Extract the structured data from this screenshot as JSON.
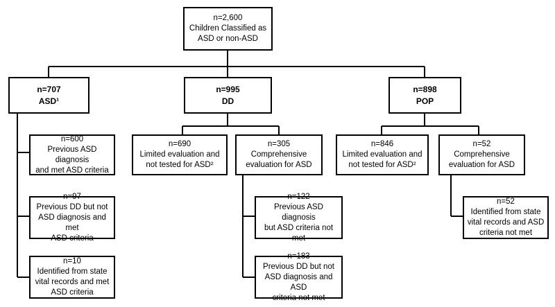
{
  "root": {
    "n": "n=2,600",
    "l1": "Children Classified as",
    "l2": "ASD or non-ASD"
  },
  "asd": {
    "n": "n=707",
    "label": "ASD¹"
  },
  "dd": {
    "n": "n=995",
    "label": "DD"
  },
  "pop": {
    "n": "n=898",
    "label": "POP"
  },
  "asd_children": [
    {
      "n": "n=600",
      "l1": "Previous ASD diagnosis",
      "l2": "and met ASD criteria",
      "l3": ""
    },
    {
      "n": "n=97",
      "l1": "Previous DD but not",
      "l2": "ASD diagnosis and met",
      "l3": "ASD criteria"
    },
    {
      "n": "n=10",
      "l1": "Identified from state",
      "l2": "vital records and met",
      "l3": "ASD criteria"
    }
  ],
  "dd_children": [
    {
      "n": "n=690",
      "l1": "Limited evaluation and",
      "l2": "not tested for ASD²"
    },
    {
      "n": "n=305",
      "l1": "Comprehensive",
      "l2": "evaluation for ASD"
    }
  ],
  "dd_sub": [
    {
      "n": "n=122",
      "l1": "Previous ASD diagnosis",
      "l2": "but ASD criteria not",
      "l3": "met"
    },
    {
      "n": "n=183",
      "l1": "Previous DD but not",
      "l2": "ASD diagnosis and ASD",
      "l3": "criteria not met"
    }
  ],
  "pop_children": [
    {
      "n": "n=846",
      "l1": "Limited evaluation and",
      "l2": "not tested for ASD²"
    },
    {
      "n": "n=52",
      "l1": "Comprehensive",
      "l2": "evaluation for ASD"
    }
  ],
  "pop_sub": [
    {
      "n": "n=52",
      "l1": "Identified from state",
      "l2": "vital records and ASD",
      "l3": "criteria not met"
    }
  ]
}
